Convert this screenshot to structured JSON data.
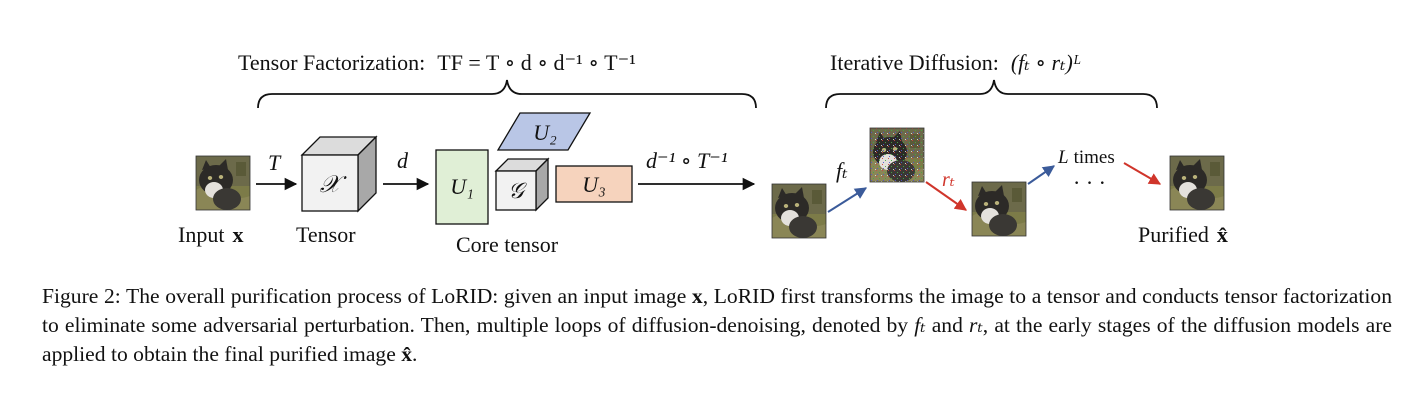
{
  "figure": {
    "tf_heading": {
      "text": "Tensor Factorization:",
      "math": "TF = T ∘ d ∘ d⁻¹ ∘ T⁻¹"
    },
    "id_heading": {
      "text": "Iterative Diffusion:",
      "math": "(fₜ ∘ rₜ)ᴸ"
    },
    "arrow_T": "T",
    "arrow_d": "d",
    "arrow_inv": "d⁻¹ ∘ T⁻¹",
    "tensor_symbol": "𝒳",
    "core_symbol": "𝒢",
    "u1": "U₁",
    "u2": "U₂",
    "u3": "U₃",
    "label_input": "Input",
    "label_input_var": "x",
    "label_tensor": "Tensor",
    "label_core": "Core tensor",
    "label_purified": "Purified",
    "label_purified_var": "x̂",
    "label_ft": "fₜ",
    "label_rt": "rₜ",
    "label_L": "L",
    "label_times": "times",
    "dots": "· · ·",
    "colors": {
      "u1_fill": "#e0efd6",
      "u2_fill": "#b9c6e6",
      "u3_fill": "#f6d3bd",
      "blue_arrow": "#3b5b9a",
      "red_arrow": "#d0352b",
      "cube_front": "#f2f2f2",
      "cube_side": "#a8a8a8",
      "cube_top": "#dcdcdc"
    }
  },
  "caption": {
    "label": "Figure 2:",
    "p1": " The overall purification process of LoRID: given an input image ",
    "x1": "x",
    "p2": ", LoRID first transforms the image to a tensor and conducts tensor factorization to eliminate some adversarial perturbation. Then, multiple loops of diffusion-denoising, denoted by ",
    "f": "fₜ",
    "p3": " and ",
    "r": "rₜ",
    "p4": ", at the early stages of the diffusion models are applied to obtain the final purified image ",
    "x2": "x̂",
    "p5": "."
  }
}
